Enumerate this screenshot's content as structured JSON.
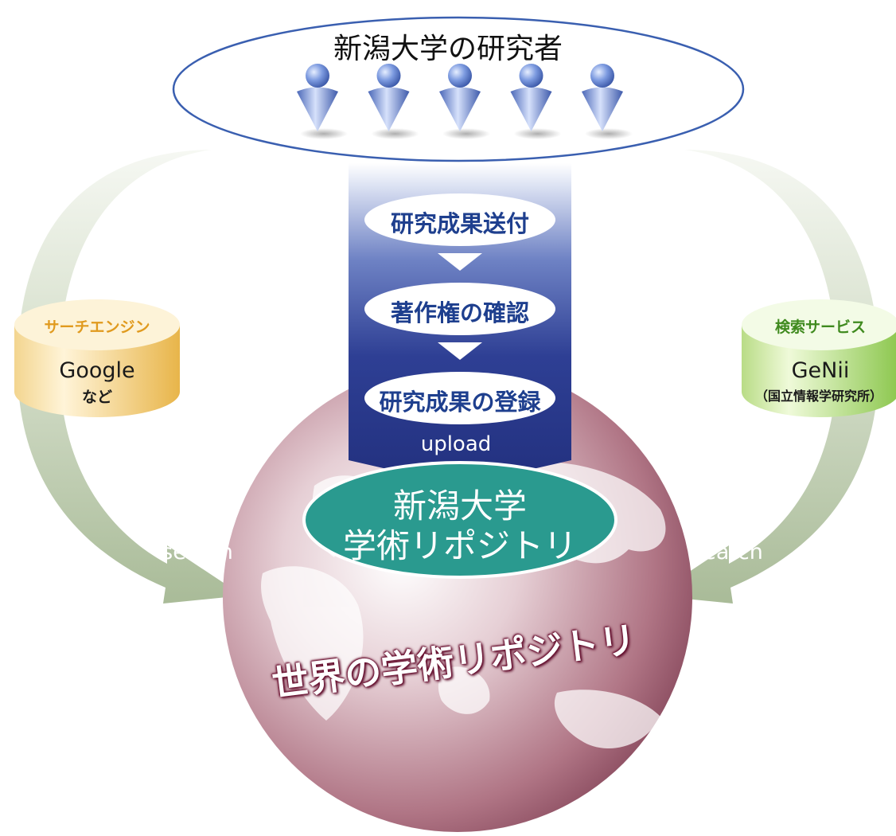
{
  "researchers": {
    "title": "新潟大学の研究者",
    "count": 5
  },
  "workflow": {
    "steps": [
      "研究成果送付",
      "著作権の確認",
      "研究成果の登録"
    ],
    "upload_label": "upload"
  },
  "repository": {
    "line1": "新潟大学",
    "line2": "学術リポジトリ"
  },
  "left_source": {
    "tag": "サーチエンジン",
    "name": "Google",
    "sub": "など"
  },
  "right_source": {
    "tag": "検索サービス",
    "name": "GeNii",
    "sub": "（国立情報学研究所）"
  },
  "search_labels": {
    "left": "search",
    "right": "search"
  },
  "globe": {
    "label": "世界の学術リポジトリ"
  },
  "colors": {
    "flow_blue": "#2e3f94",
    "repo_teal": "#2a9a8f",
    "globe_rose": "#b07585",
    "arrow_green": "#b4c4a4",
    "cylinder_yellow": "#f0c860",
    "cylinder_green": "#a8d468",
    "figure_blue": "#5b7fcf"
  }
}
